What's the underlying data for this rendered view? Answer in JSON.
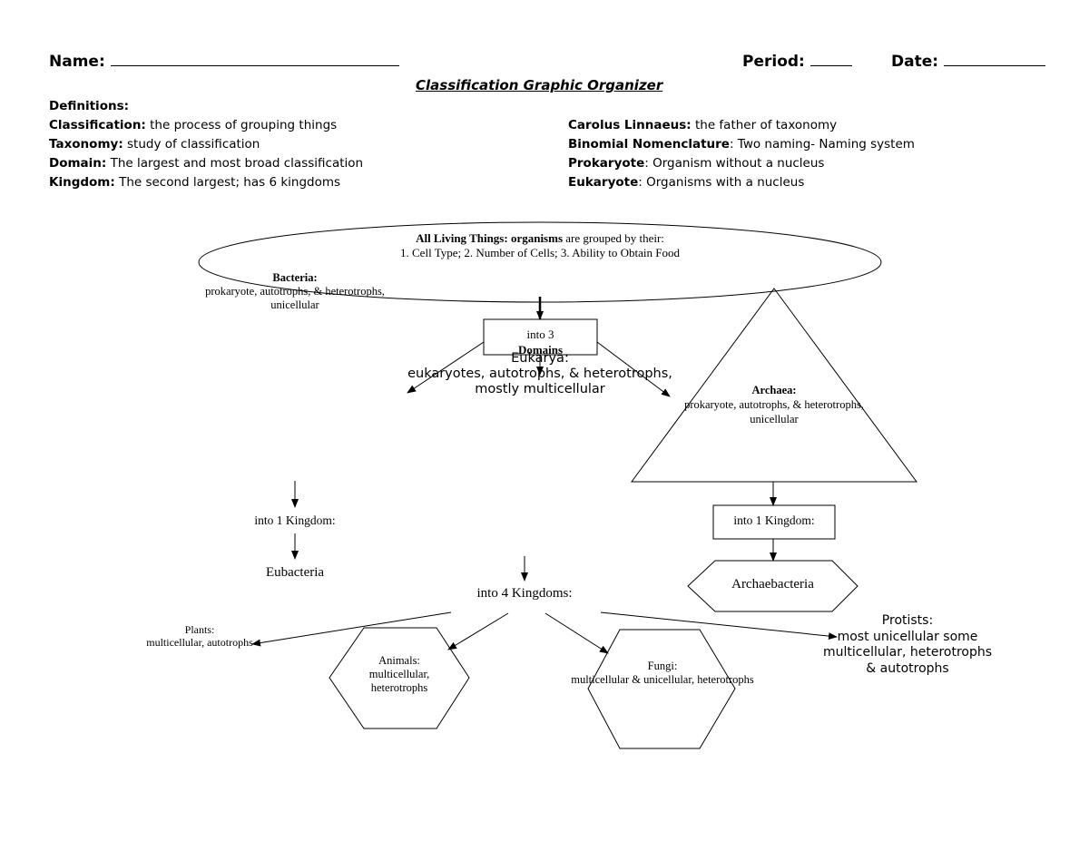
{
  "header": {
    "name_label": "Name:",
    "period_label": "Period:",
    "date_label": "Date:",
    "title": "Classification Graphic Organizer"
  },
  "definitions": {
    "heading": "Definitions:",
    "left": [
      {
        "term": "Classification:",
        "desc": " the process of grouping things"
      },
      {
        "term": "Taxonomy:",
        "desc": " study of classification"
      },
      {
        "term": "Domain:",
        "desc": " The largest and most broad classification"
      },
      {
        "term": "Kingdom:",
        "desc": " The second largest; has 6 kingdoms"
      }
    ],
    "right": [
      {
        "term": "Carolus Linnaeus:",
        "desc": " the father of taxonomy"
      },
      {
        "term": "Binomial Nomenclature",
        "desc": ": Two naming- Naming system"
      },
      {
        "term": "Prokaryote",
        "desc": ": Organism without a nucleus"
      },
      {
        "term": "Eukaryote",
        "desc": ": Organisms with a nucleus"
      }
    ]
  },
  "diagram": {
    "root": {
      "bold": "All Living Things: organisms",
      "rest": " are grouped by their:",
      "line2": "1. Cell Type; 2. Number of Cells; 3. Ability to Obtain Food"
    },
    "bacteria": {
      "title": "Bacteria:",
      "line1": "prokaryote, autotrophs, & heterotrophs,",
      "line2": "unicellular"
    },
    "domains_box": {
      "line1": "into 3",
      "line2": "Domains"
    },
    "eukarya": {
      "title": "Eukarya:",
      "line1": "eukaryotes, autotrophs, & heterotrophs,",
      "line2": "mostly multicellular"
    },
    "archaea": {
      "title": "Archaea:",
      "line1": "prokaryote, autotrophs, & heterotrophs,",
      "line2": "unicellular"
    },
    "bacteria_kingdom": "into 1 Kingdom:",
    "eubacteria": "Eubacteria",
    "archaea_kingdom": "into 1 Kingdom:",
    "archaebacteria": "Archaebacteria",
    "four_kingdoms": "into 4 Kingdoms:",
    "plants": {
      "title": "Plants:",
      "desc": "multicellular, autotrophs"
    },
    "animals": {
      "title": "Animals:",
      "line1": "multicellular,",
      "line2": "heterotrophs"
    },
    "fungi": {
      "title": "Fungi:",
      "desc": "multicellular & unicellular, heterotrophs"
    },
    "protists": {
      "title": "Protists:",
      "line1": "most unicellular some",
      "line2": "multicellular, heterotrophs",
      "line3": "& autotrophs"
    }
  }
}
